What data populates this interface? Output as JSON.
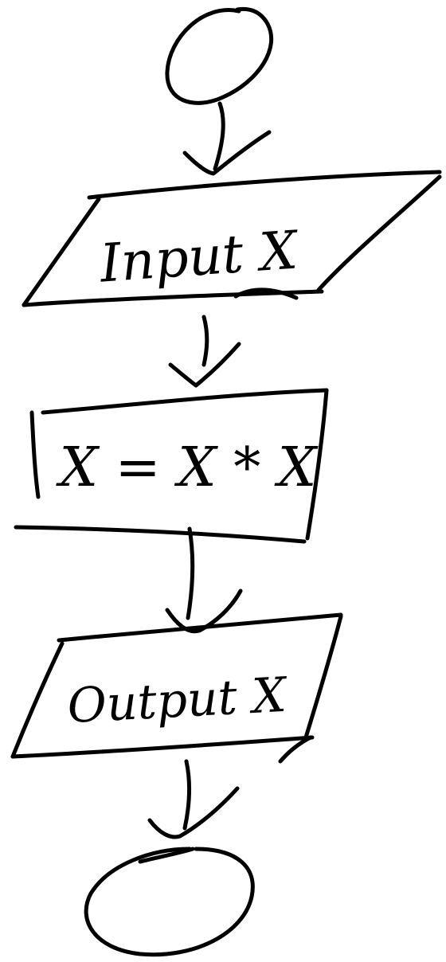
{
  "diagram": {
    "type": "flowchart",
    "nodes": [
      {
        "id": "start",
        "shape": "ellipse",
        "label": ""
      },
      {
        "id": "input",
        "shape": "parallelogram",
        "label": "Input X"
      },
      {
        "id": "process",
        "shape": "rectangle",
        "label": "X = X * X"
      },
      {
        "id": "output",
        "shape": "parallelogram",
        "label": "Output X"
      },
      {
        "id": "end",
        "shape": "ellipse",
        "label": ""
      }
    ],
    "edges": [
      {
        "from": "start",
        "to": "input"
      },
      {
        "from": "input",
        "to": "process"
      },
      {
        "from": "process",
        "to": "output"
      },
      {
        "from": "output",
        "to": "end"
      }
    ]
  }
}
